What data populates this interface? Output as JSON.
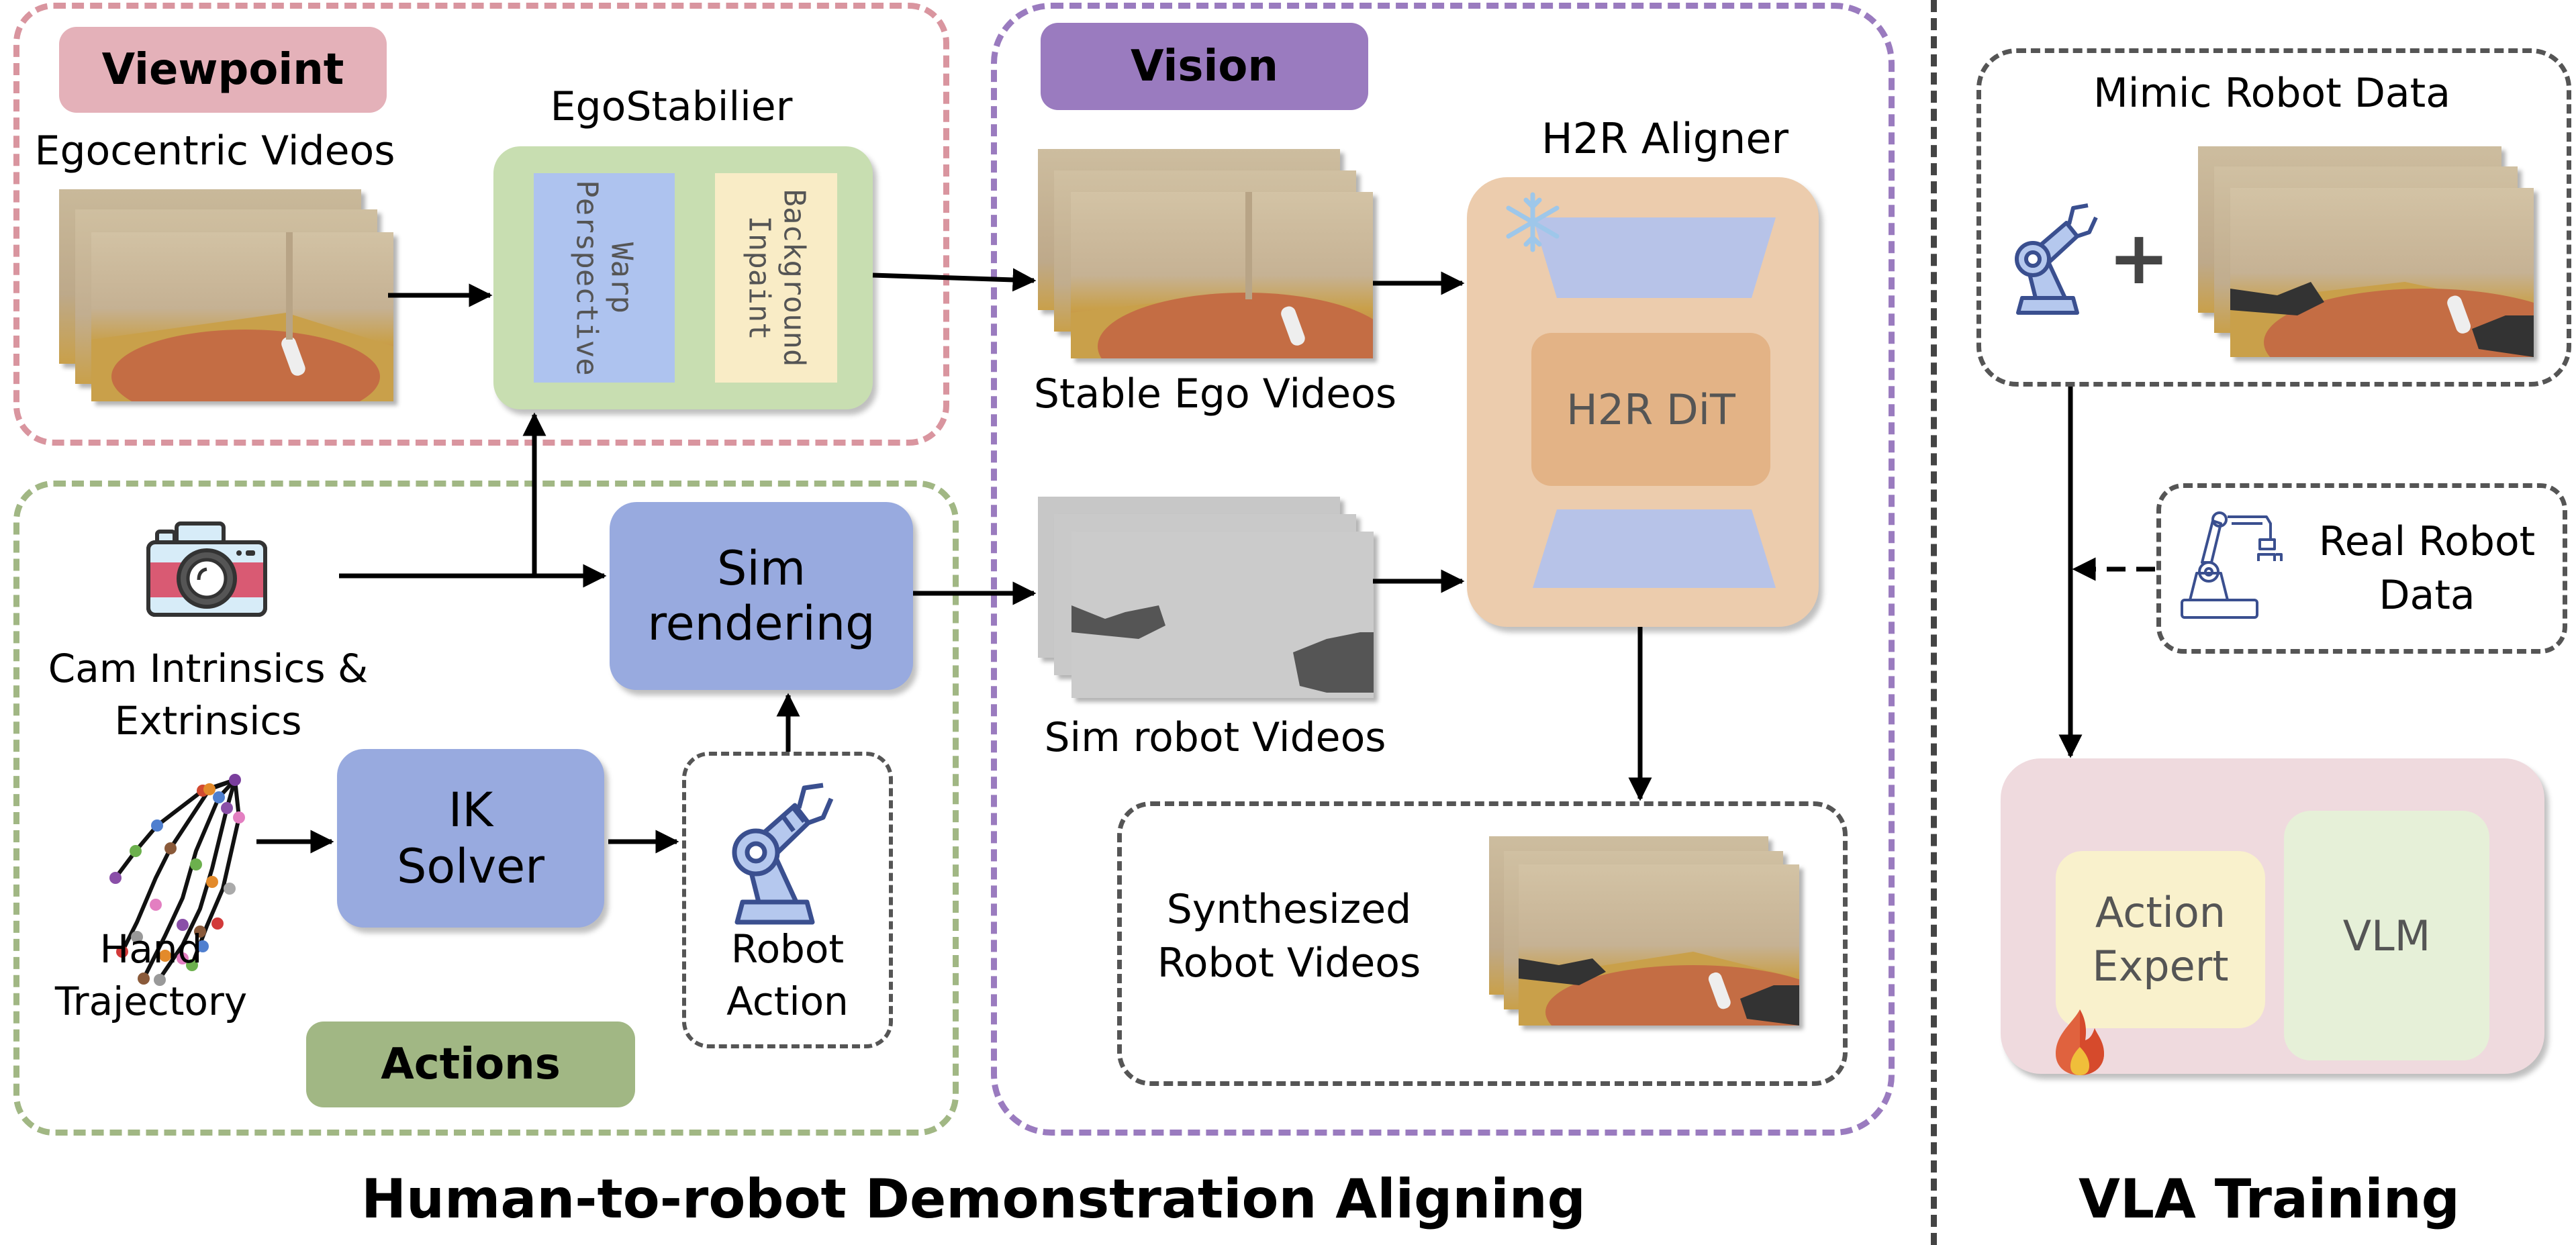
{
  "sections": {
    "viewpoint": {
      "tag": "Viewpoint",
      "color": "#e4b1b9",
      "border": "#d9959f"
    },
    "actions": {
      "tag": "Actions",
      "color": "#a1b784",
      "border": "#a1b784"
    },
    "vision": {
      "tag": "Vision",
      "color": "#9a7bbf",
      "border": "#9a7bbf"
    }
  },
  "viewpoint": {
    "egocentric_label": "Egocentric Videos",
    "ego_stabilier_title": "EgoStabilier",
    "warp_perspective": "Warp Perspective",
    "background_inpaint": "Background Inpaint"
  },
  "actions": {
    "cam_label_line1": "Cam Intrinsics &",
    "cam_label_line2": "Extrinsics",
    "sim_rendering_line1": "Sim",
    "sim_rendering_line2": "rendering",
    "hand_label_line1": "Hand",
    "hand_label_line2": "Trajectory",
    "ik_line1": "IK",
    "ik_line2": "Solver",
    "robot_action_line1": "Robot",
    "robot_action_line2": "Action"
  },
  "vision": {
    "stable_ego_label": "Stable Ego Videos",
    "sim_robot_label": "Sim robot Videos",
    "aligner_title": "H2R Aligner",
    "dit_label": "H2R DiT",
    "synth_line1": "Synthesized",
    "synth_line2": "Robot Videos"
  },
  "vla": {
    "mimic_title": "Mimic Robot Data",
    "plus": "+",
    "real_robot_line1": "Real Robot",
    "real_robot_line2": "Data",
    "action_expert_line1": "Action",
    "action_expert_line2": "Expert",
    "vlm_label": "VLM"
  },
  "captions": {
    "left": "Human-to-robot Demonstration Aligning",
    "right": "VLA Training"
  },
  "icons": {
    "camera": "camera-icon",
    "hand_trajectory": "hand-keypoints-icon",
    "robot_arm": "robot-arm-icon",
    "real_robot": "industrial-robot-icon",
    "snowflake": "snowflake-icon",
    "fire": "fire-icon"
  }
}
